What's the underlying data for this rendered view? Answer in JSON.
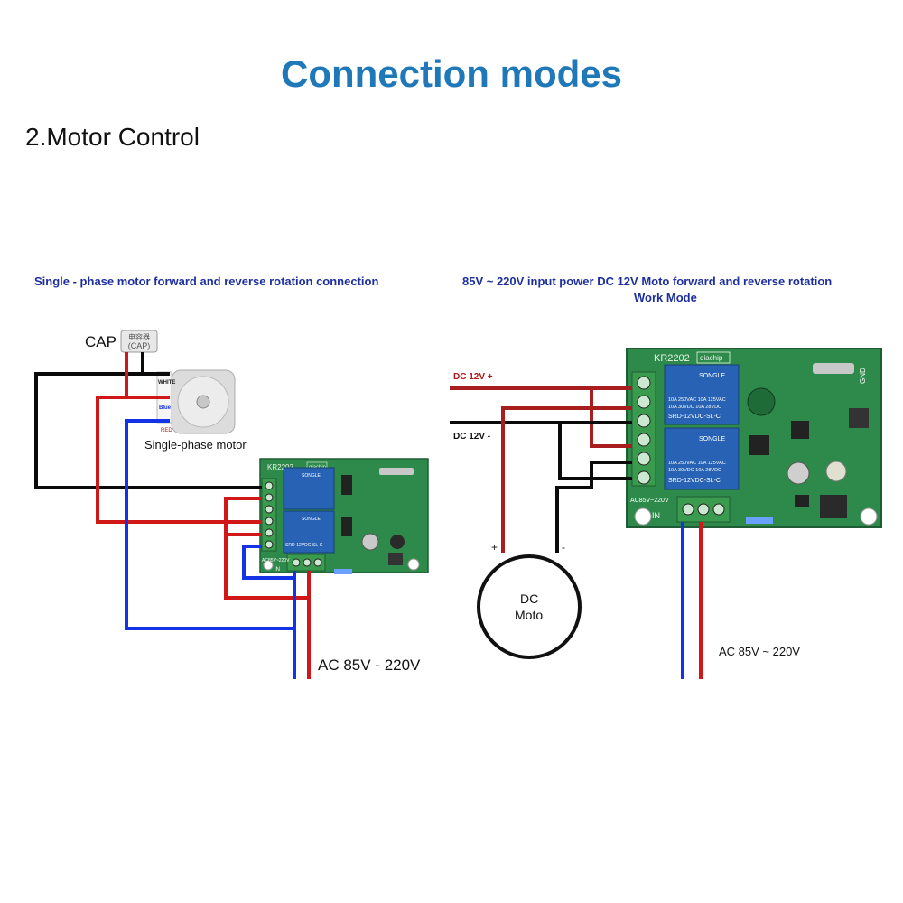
{
  "header": {
    "title": "Connection modes",
    "subtitle": "2.Motor Control"
  },
  "left_panel": {
    "caption": "Single - phase motor forward and reverse rotation connection",
    "cap_label": "CAP",
    "cap_chinese": "电容器",
    "cap_paren": "(CAP)",
    "wire_white": "WHITE",
    "wire_blue": "Blue",
    "wire_red": "RED",
    "motor_label": "Single-phase motor",
    "board_model": "KR2202",
    "board_brand": "qiachip",
    "relay_brand": "SONGLE",
    "relay_model": "SRD-12VDC-SL-C",
    "input_label": "AC85V~220V",
    "in_label": "IN",
    "power_label": "AC 85V - 220V"
  },
  "right_panel": {
    "caption_line1": "85V ~ 220V input power DC 12V Moto forward and reverse rotation",
    "caption_line2": "Work Mode",
    "dc_plus": "DC 12V +",
    "dc_minus": "DC 12V -",
    "board_model": "KR2202",
    "board_brand": "qiachip",
    "relay_brand": "SONGLE",
    "relay_rating1": "10A 250VAC  10A 125VAC",
    "relay_rating2": "10A 30VDC  10A 28VDC",
    "relay_model": "SRD-12VDC-SL-C",
    "input_label": "AC85V~220V",
    "in_label": "IN",
    "gnd_label": "GND",
    "motor_plus": "+",
    "motor_minus": "-",
    "motor_line1": "DC",
    "motor_line2": "Moto",
    "power_label": "AC 85V ~ 220V"
  },
  "colors": {
    "title": "#1f78b8",
    "wire_red": "#d01818",
    "wire_dark_red": "#a81e1e",
    "wire_blue": "#1432e6",
    "wire_black": "#0a0a0a",
    "pcb": "#2e8a4a",
    "relay": "#2862b4",
    "terminal": "#3a9a4e"
  }
}
